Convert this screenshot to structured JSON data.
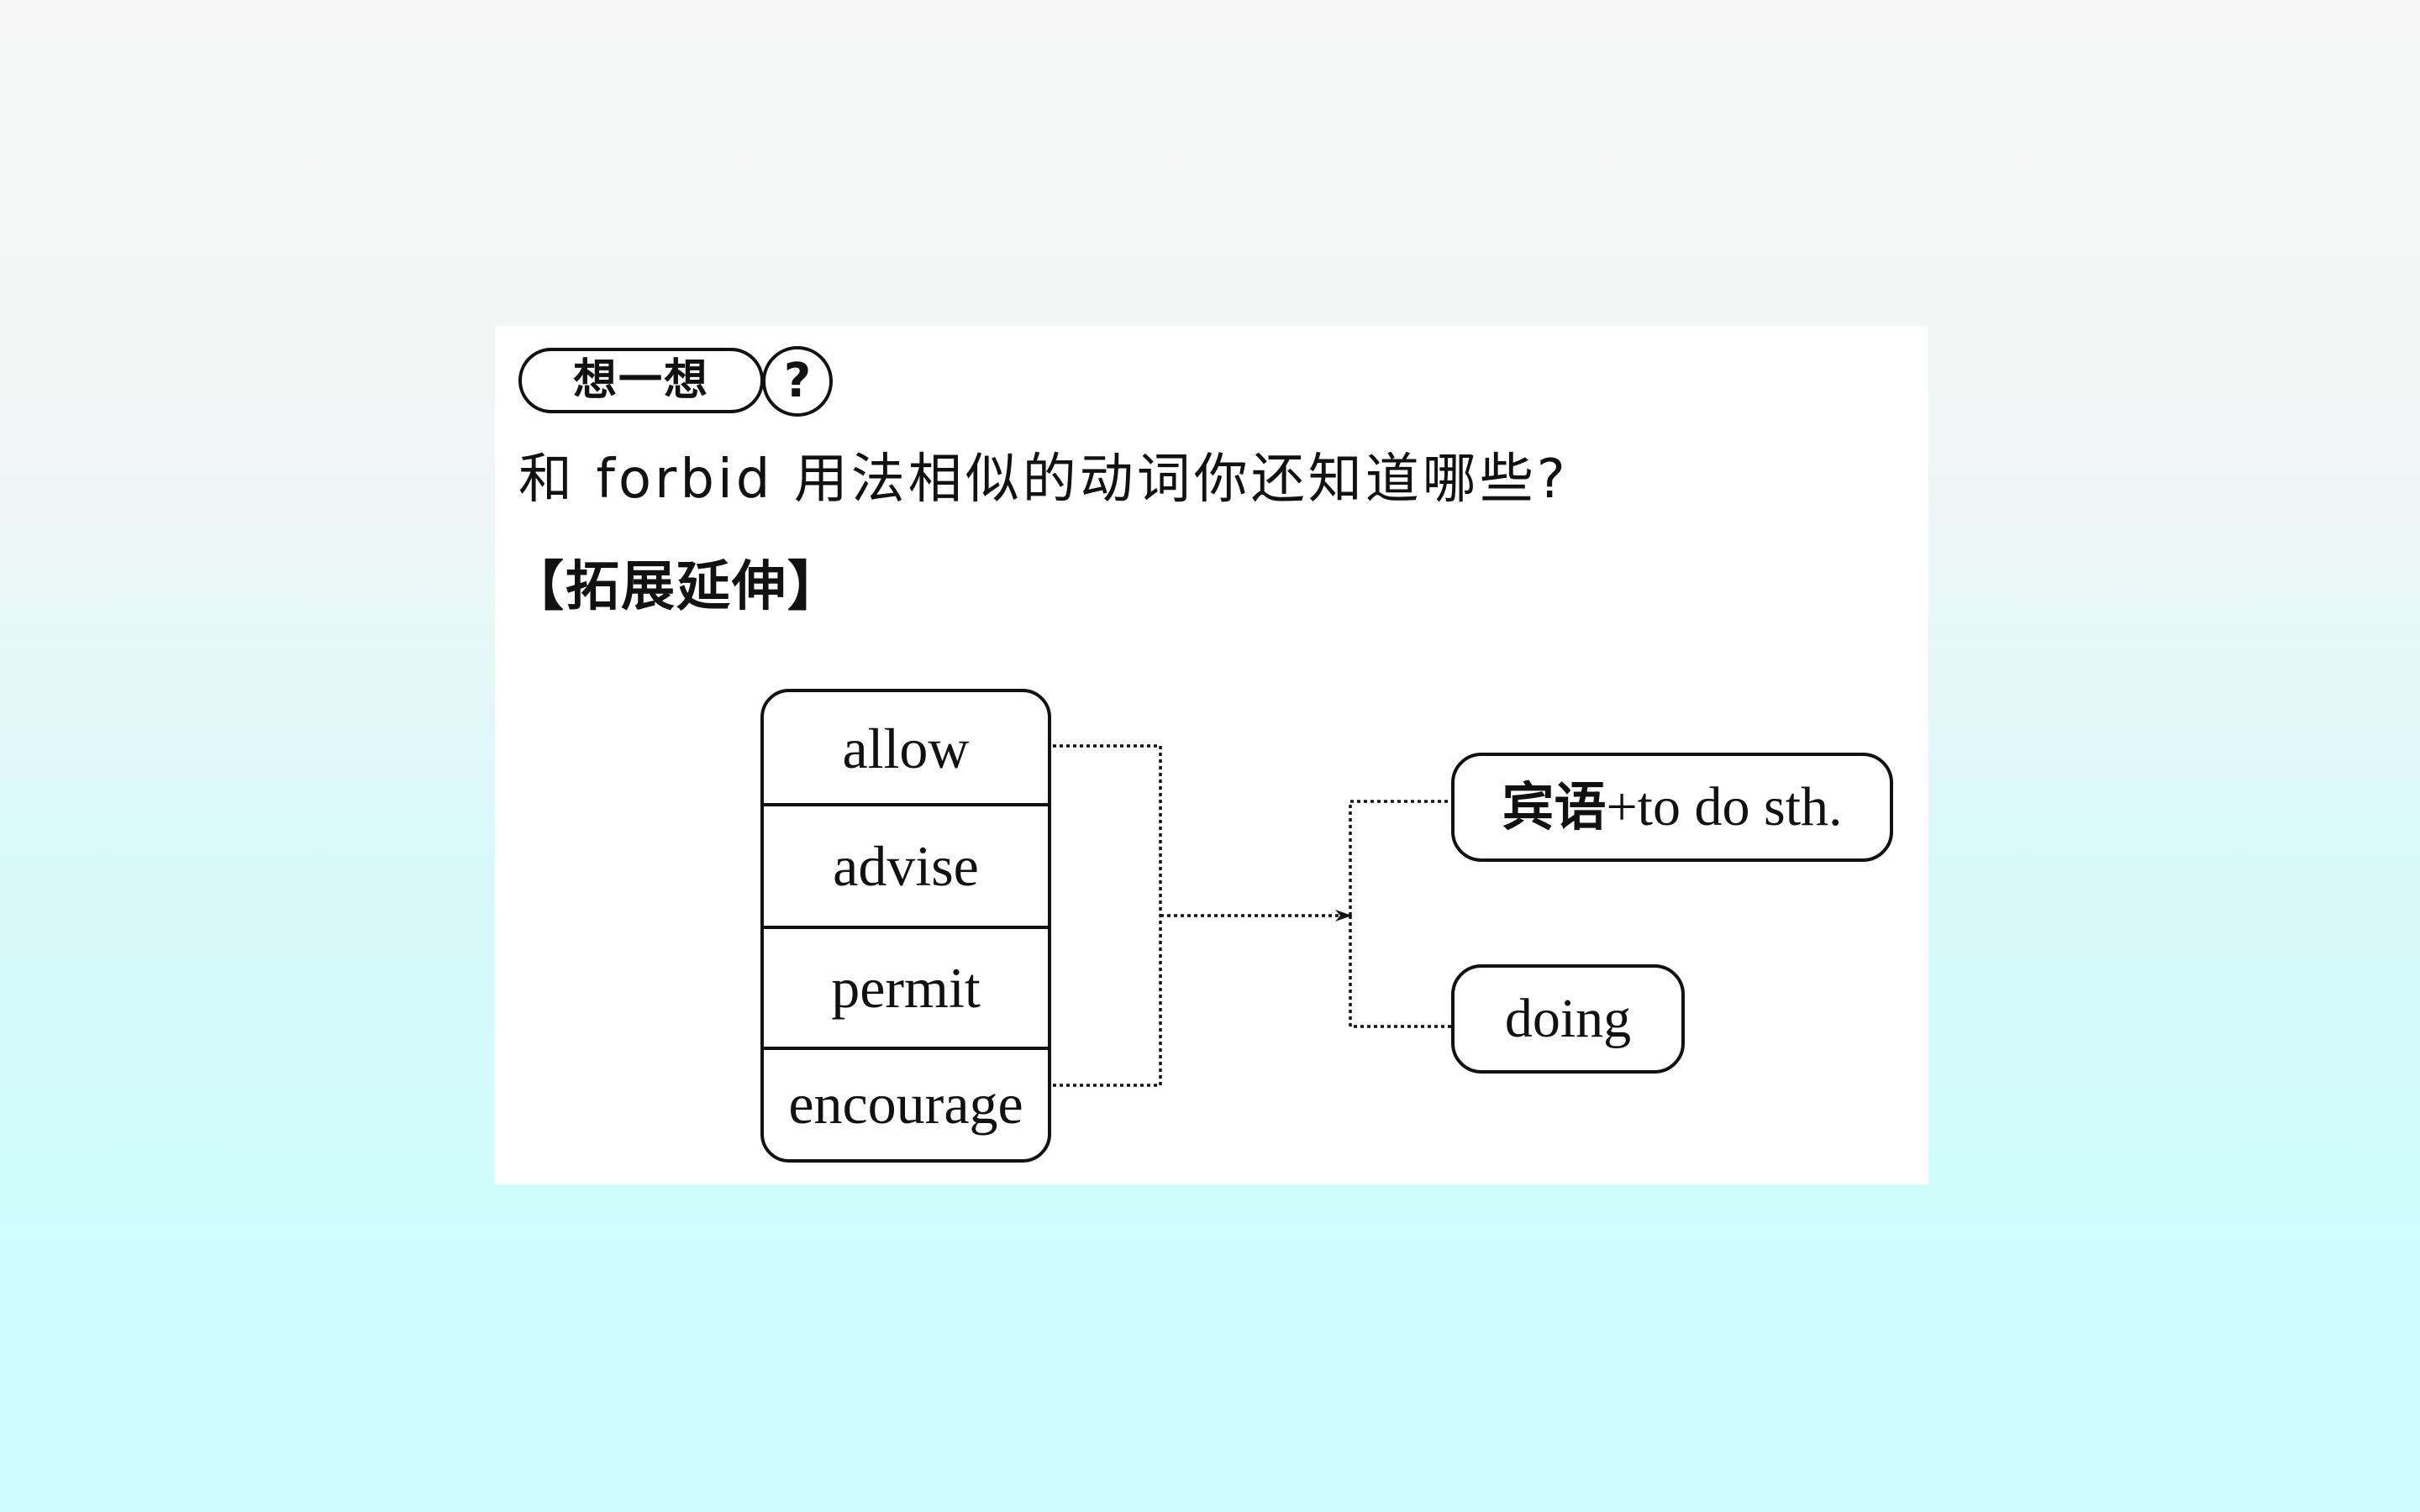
{
  "page": {
    "background_top": "#f7f7f7",
    "background_bottom": "#cffdfd",
    "card_background": "#ffffff"
  },
  "badge": {
    "text": "想一想",
    "symbol": "?"
  },
  "question": "和 forbid 用法相似的动词你还知道哪些?",
  "section_heading": "【拓展延伸】",
  "diagram": {
    "verbs": [
      "allow",
      "advise",
      "permit",
      "encourage"
    ],
    "results": [
      {
        "prefix": "宾语",
        "suffix": "+to do sth."
      },
      {
        "prefix": "",
        "suffix": "doing"
      }
    ],
    "line_color": "#111111"
  }
}
